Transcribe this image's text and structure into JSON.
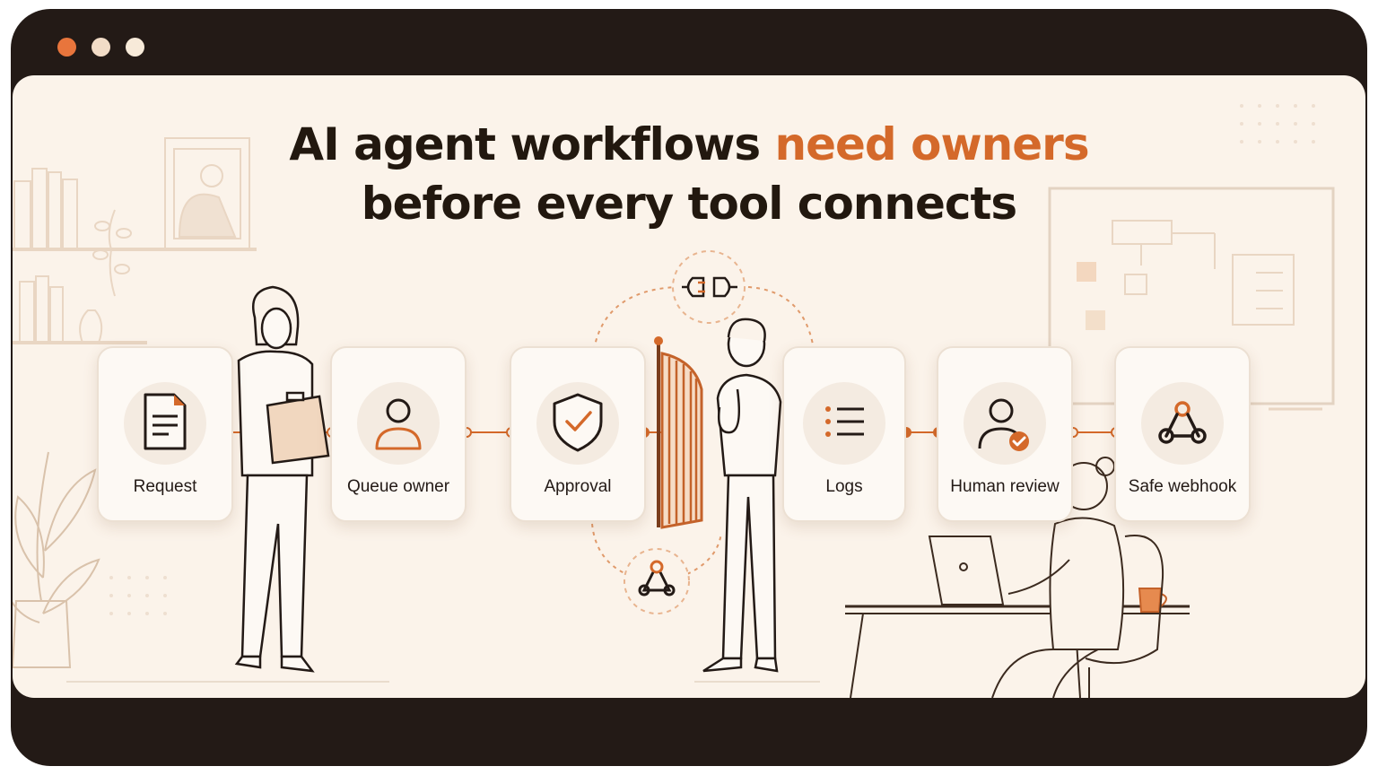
{
  "window": {
    "dot_colors": [
      "#e8753c",
      "#f2dcc7",
      "#f7ead9"
    ]
  },
  "headline": {
    "part1": "AI agent workflows ",
    "accent": "need owners",
    "line2": "before every tool connects"
  },
  "colors": {
    "accent": "#d4692a",
    "ink": "#231a16",
    "frame": "#231a16",
    "canvas": "#fbf3ea"
  },
  "workflow": {
    "steps": [
      {
        "label": "Request",
        "icon": "document-icon"
      },
      {
        "label": "Queue owner",
        "icon": "person-icon"
      },
      {
        "label": "Approval",
        "icon": "shield-check-icon"
      },
      {
        "label": "Logs",
        "icon": "list-icon"
      },
      {
        "label": "Human review",
        "icon": "person-check-icon"
      },
      {
        "label": "Safe webhook",
        "icon": "webhook-icon"
      }
    ]
  }
}
